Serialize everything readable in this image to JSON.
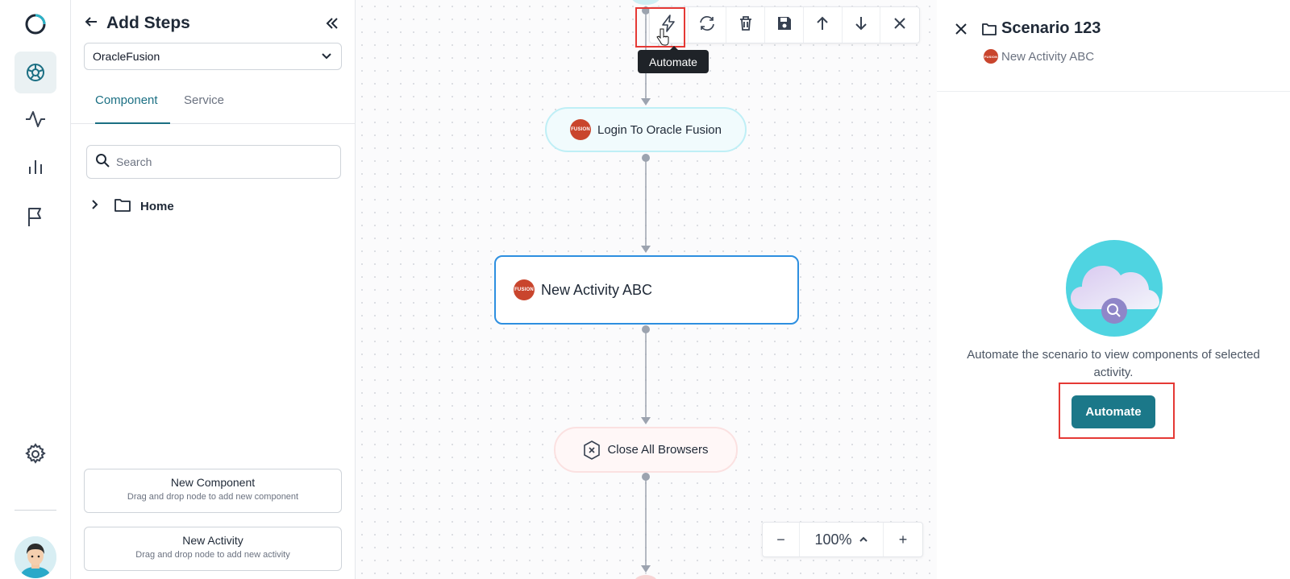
{
  "rail": {
    "items": [
      "logo-icon",
      "radar-icon",
      "activity-icon",
      "bar-chart-icon",
      "flag-icon"
    ],
    "settings_icon": "gear-icon",
    "avatar_icon": "user-avatar"
  },
  "panel": {
    "title": "Add Steps",
    "select_value": "OracleFusion",
    "tabs": [
      {
        "label": "Component",
        "active": true
      },
      {
        "label": "Service",
        "active": false
      }
    ],
    "search_placeholder": "Search",
    "tree": [
      {
        "label": "Home"
      }
    ],
    "cards": [
      {
        "title": "New Component",
        "subtitle": "Drag and drop node to add new component"
      },
      {
        "title": "New Activity",
        "subtitle": "Drag and drop node to add new activity"
      }
    ]
  },
  "canvas": {
    "tooltip": "Automate",
    "nodes": [
      {
        "label": "Login To Oracle Fusion",
        "kind": "fusion"
      },
      {
        "label": "New Activity ABC",
        "kind": "fusion",
        "selected": true
      },
      {
        "label": "Close All Browsers",
        "kind": "close"
      }
    ],
    "badge_text": "FUSION",
    "zoom": {
      "minus": "−",
      "value": "100%",
      "plus": "+"
    }
  },
  "detail": {
    "title": "Scenario 123",
    "subtitle": "New Activity ABC",
    "empty_text": "Automate the scenario to view components of selected activity.",
    "button_label": "Automate"
  },
  "colors": {
    "accent": "#1b7889",
    "highlight": "#e53935",
    "selected_border": "#2d8fe0"
  }
}
